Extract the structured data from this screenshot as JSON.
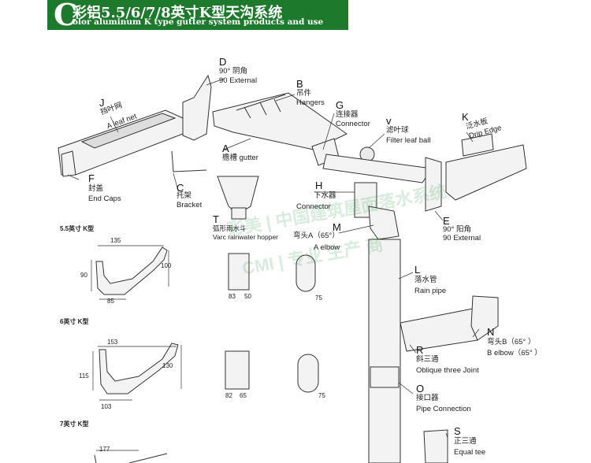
{
  "header": {
    "letter": "C",
    "title": "彩铝5.5/6/7/8英寸K型天沟系统",
    "subtitle": "olor aluminum K type gutter system products and use"
  },
  "parts": {
    "D": {
      "letter": "D",
      "cn": "90°  阴角",
      "en": "90 External"
    },
    "B": {
      "letter": "B",
      "cn": "吊件",
      "en": "Hangers"
    },
    "J": {
      "letter": "J",
      "cn": "挡叶网",
      "en": "A leaf net"
    },
    "G": {
      "letter": "G",
      "cn": "连接器",
      "en": "Connector"
    },
    "V": {
      "letter": "v",
      "cn": "滤叶球",
      "en": "Filter leaf ball"
    },
    "K": {
      "letter": "K",
      "cn": "泛水板",
      "en": "Drip Edge"
    },
    "A": {
      "letter": "A",
      "cn": "檐槽 gutter"
    },
    "F": {
      "letter": "F",
      "cn": "封盖",
      "en": "End Caps"
    },
    "C": {
      "letter": "C",
      "cn": "托架",
      "en": "Bracket"
    },
    "H": {
      "letter": "H",
      "cn": "下水器",
      "en": "Connector"
    },
    "T": {
      "letter": "T",
      "cn": "弧形雨水斗",
      "en": "Varc rainwater hopper"
    },
    "M": {
      "letter": "M",
      "cn": "弯头A（65°）",
      "en": "A elbow"
    },
    "E": {
      "letter": "E",
      "cn": "90°  阳角",
      "en": "90 External"
    },
    "L": {
      "letter": "L",
      "cn": "落水管",
      "en": "Rain pipe"
    },
    "N": {
      "letter": "N",
      "cn": "弯头B（65° ）",
      "en": "B elbow（65° ）"
    },
    "R": {
      "letter": "R",
      "cn": "斜三通",
      "en": "Oblique three Joint"
    },
    "O": {
      "letter": "O",
      "cn": "接口器",
      "en": "Pipe Connection"
    },
    "S": {
      "letter": "S",
      "cn": "正三通",
      "en": "Equal tee"
    }
  },
  "sizes": [
    {
      "label": "5.5英寸  K型",
      "top": "135",
      "left": "90",
      "right": "100",
      "bottom": "85",
      "pipe1_a": "83",
      "pipe1_b": "50",
      "pipe2": "75"
    },
    {
      "label": "6英寸  K型",
      "top": "153",
      "left": "115",
      "right": "130",
      "bottom": "103",
      "pipe1_a": "82",
      "pipe1_b": "65",
      "pipe2": "75"
    },
    {
      "label": "7英寸  K型",
      "top": "177"
    }
  ],
  "watermark": {
    "line1": "彩美 | 中国建筑屋面落水系统",
    "line2": "CMI | 专业 生产 商"
  },
  "colors": {
    "brand_green": "#1d7a2c"
  }
}
